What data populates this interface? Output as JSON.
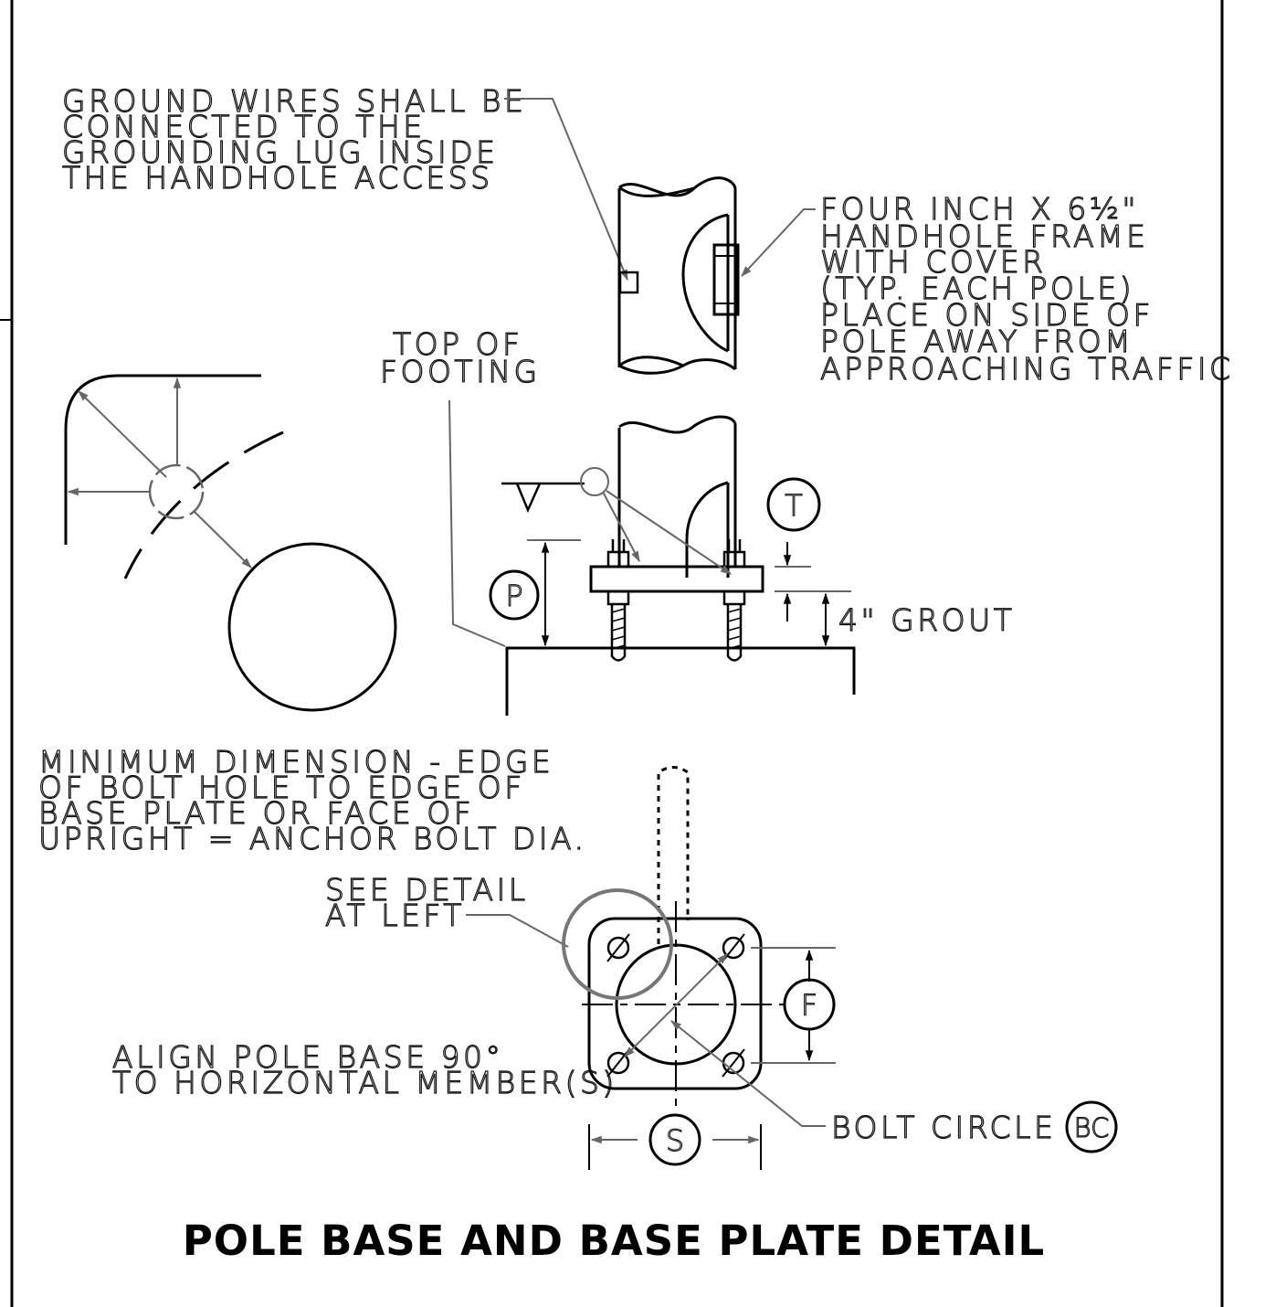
{
  "notes": {
    "ground_wires": [
      "GROUND WIRES SHALL BE",
      "CONNECTED TO THE",
      "GROUNDING LUG INSIDE",
      "THE HANDHOLE ACCESS"
    ],
    "handhole": [
      "FOUR INCH X 6½\"",
      "HANDHOLE FRAME",
      "WITH COVER",
      "(TYP. EACH POLE)",
      "PLACE ON SIDE OF",
      "POLE AWAY FROM",
      "APPROACHING TRAFFIC"
    ],
    "top_of_footing": [
      "TOP OF",
      "FOOTING"
    ],
    "grout": "4\" GROUT",
    "minimum_dimension": [
      "MINIMUM DIMENSION - EDGE",
      "OF BOLT HOLE TO EDGE OF",
      "BASE PLATE OR FACE OF",
      "UPRIGHT = ANCHOR BOLT DIA."
    ],
    "see_detail": [
      "SEE DETAIL",
      "AT LEFT"
    ],
    "align_pole": [
      "ALIGN POLE BASE 90°",
      "TO HORIZONTAL MEMBER(S)"
    ],
    "bolt_circle": "BOLT CIRCLE"
  },
  "tags": {
    "t": "T",
    "p": "P",
    "f": "F",
    "s": "S",
    "bc": "BC",
    "bolt_hole_symbol": "Ø"
  },
  "title": "POLE BASE AND  BASE PLATE DETAIL"
}
